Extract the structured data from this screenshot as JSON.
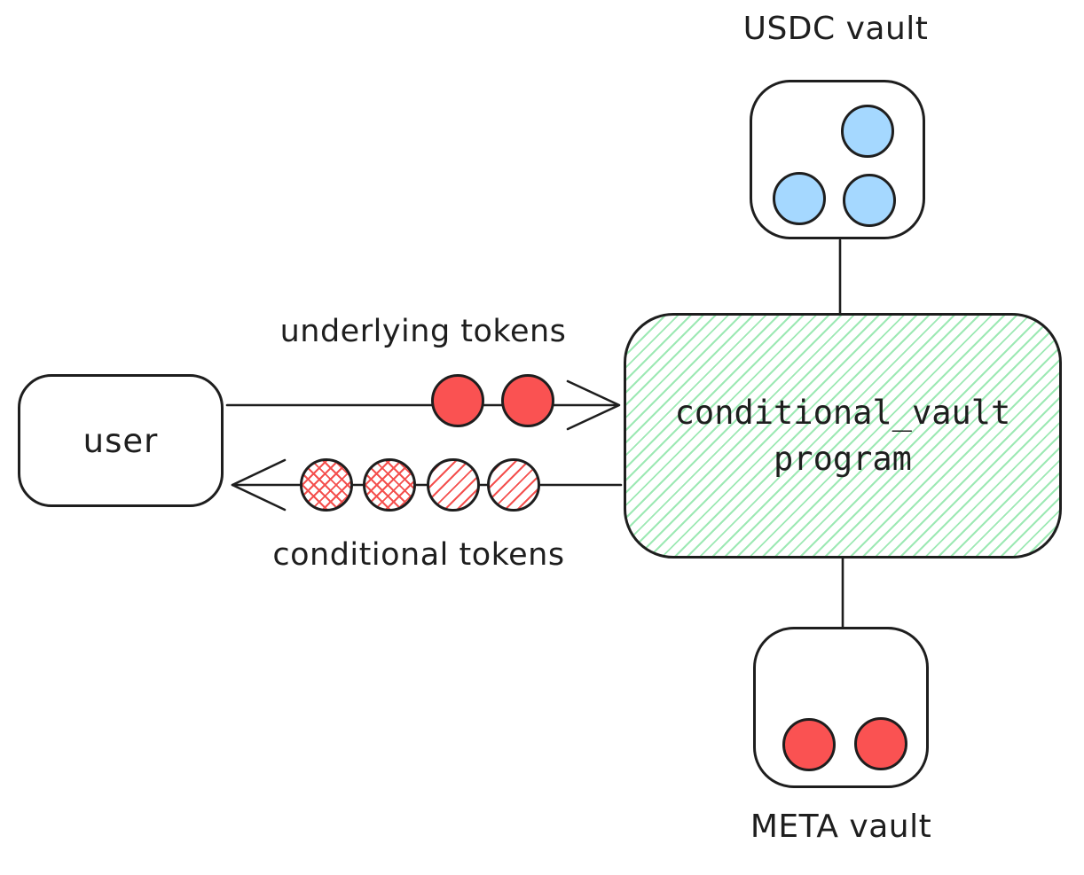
{
  "colors": {
    "stroke": "#1e1e1e",
    "red": "#fa5252",
    "blue": "#a5d8ff",
    "green-hatch": "#9de9b4",
    "red-hatch": "#f4504e"
  },
  "user": {
    "label": "user"
  },
  "program": {
    "line1": "conditional_vault",
    "line2": "program"
  },
  "usdc_vault": {
    "label": "USDC vault",
    "tokens": [
      {
        "style": "fill-blue",
        "name": "usdc-token-circle"
      },
      {
        "style": "fill-blue",
        "name": "usdc-token-circle"
      },
      {
        "style": "fill-blue",
        "name": "usdc-token-circle"
      }
    ]
  },
  "meta_vault": {
    "label": "META vault",
    "tokens": [
      {
        "style": "fill-red",
        "name": "meta-token-circle"
      },
      {
        "style": "fill-red",
        "name": "meta-token-circle"
      }
    ]
  },
  "underlying_tokens": {
    "label": "underlying tokens",
    "tokens": [
      {
        "style": "fill-red",
        "name": "underlying-token-circle"
      },
      {
        "style": "fill-red",
        "name": "underlying-token-circle"
      }
    ]
  },
  "conditional_tokens": {
    "label": "conditional tokens",
    "tokens": [
      {
        "style": "hatch-cross",
        "name": "conditional-token-crosshatch-circle"
      },
      {
        "style": "hatch-cross",
        "name": "conditional-token-crosshatch-circle"
      },
      {
        "style": "hatch-diag",
        "name": "conditional-token-hatch-circle"
      },
      {
        "style": "hatch-diag",
        "name": "conditional-token-hatch-circle"
      }
    ]
  }
}
